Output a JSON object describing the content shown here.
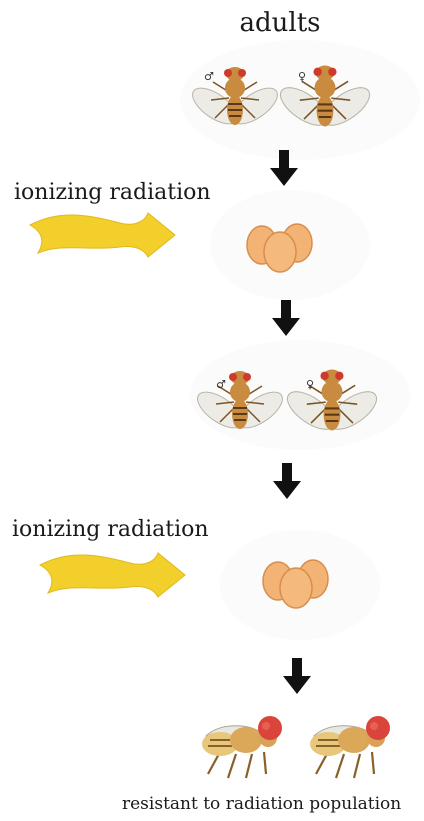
{
  "diagram": {
    "title": "adults",
    "step_label_1": "ionizing radiation",
    "step_label_2": "ionizing radiation",
    "result_label": "resistant to radiation population",
    "male_symbol": "♂",
    "female_symbol": "♀"
  },
  "colors": {
    "arrow": "#111111",
    "radiation_wave": "#f2cf2a",
    "egg": "#f2b374",
    "egg_shadow": "#d98d4c",
    "fly_body": "#c98b3f",
    "fly_eye": "#cf3b2a",
    "resistant_eye": "#d9453a",
    "wing": "#e9e7e1"
  }
}
